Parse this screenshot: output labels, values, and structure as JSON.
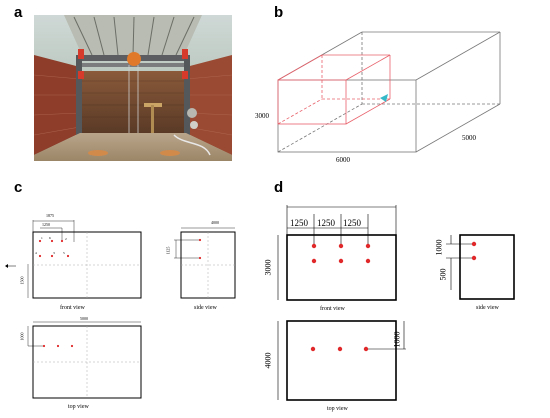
{
  "panels": {
    "a": "a",
    "b": "b",
    "c": "c",
    "d": "d"
  },
  "panel_b": {
    "dim_height": "3000",
    "dim_length": "6000",
    "dim_depth": "5000"
  },
  "panel_c": {
    "front_top_dim1": "1875",
    "front_top_dim2": "1250",
    "front_left_dim": "1500",
    "front_view_label": "front view",
    "side_top_dim": "4000",
    "side_left_dim": "1125",
    "side_view_label": "side view",
    "top_top_dim": "5000",
    "top_left_dim": "1000",
    "top_view_label": "top view",
    "point_numbers": [
      "1",
      "2",
      "3",
      "4",
      "5",
      "6"
    ]
  },
  "panel_d": {
    "front_dims": [
      "1250",
      "1250",
      "1250"
    ],
    "front_left_dim": "3000",
    "front_view_label": "front view",
    "side_left_dim1": "1000",
    "side_left_dim2": "500",
    "side_view_label": "side view",
    "top_left_dim": "4000",
    "top_right_dim": "1000",
    "top_view_label": "top view"
  },
  "colors": {
    "red_point": "#e0282a",
    "red_box": "#e8606a",
    "arrow": "#35b8c8"
  }
}
